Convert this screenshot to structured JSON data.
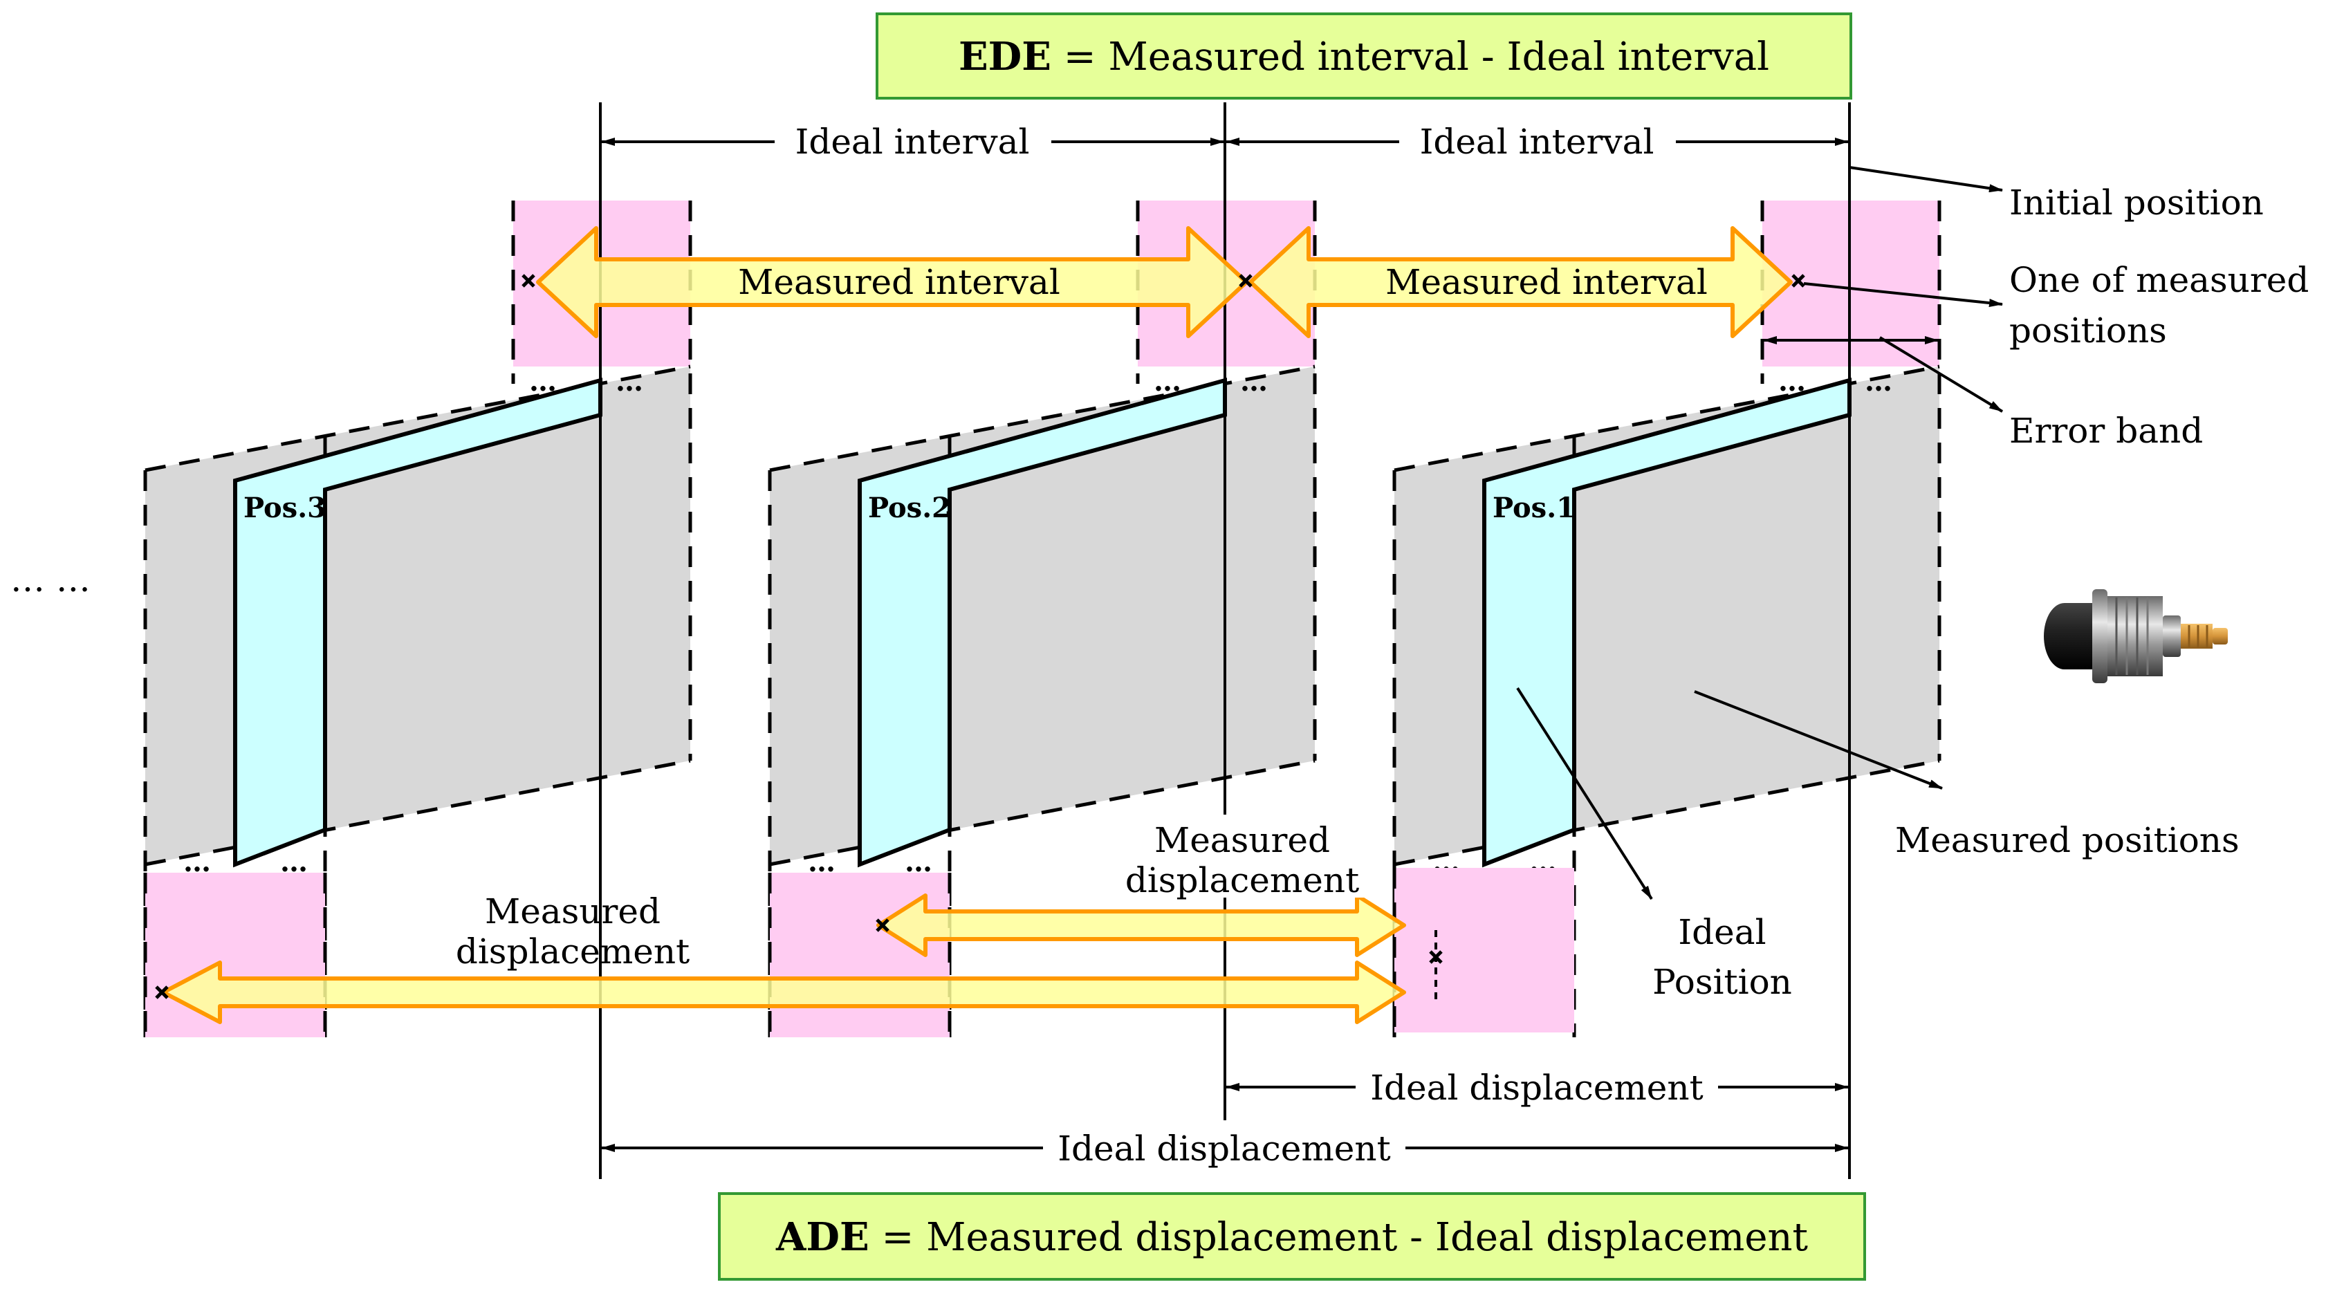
{
  "equations": {
    "ede": {
      "term": "EDE",
      "expression": " = Measured  interval - Ideal  interval"
    },
    "ade": {
      "term": "ADE",
      "expression": " = Measured  displacement - Ideal  displacement"
    }
  },
  "labels": {
    "ideal_interval_left": "Ideal  interval",
    "ideal_interval_right": "Ideal  interval",
    "measured_interval_left": "Measured interval",
    "measured_interval_right": "Measured interval",
    "initial_position": "Initial position",
    "one_of_measured_line1": "One of measured",
    "one_of_measured_line2": "positions",
    "error_band": "Error band",
    "measured_positions": "Measured positions",
    "ideal_position_line1": "Ideal",
    "ideal_position_line2": "Position",
    "measured_displacement_upper_line1": "Measured",
    "measured_displacement_upper_line2": "displacement",
    "measured_displacement_lower_line1": "Measured",
    "measured_displacement_lower_line2": "displacement",
    "ideal_displacement_short": "Ideal displacement",
    "ideal_displacement_long": "Ideal displacement",
    "ellipsis_left": "… …",
    "band_dots": "…"
  },
  "positions": [
    "Pos.3",
    "Pos.2",
    "Pos.1"
  ],
  "colors": {
    "panel_gray": "#d8d8d8",
    "panel_cyan": "#ccffff",
    "error_band_pink": "#ffccf2",
    "arrow_fill": "#ffff99",
    "arrow_stroke": "#ff9900",
    "equation_box_fill": "#e6ff99",
    "equation_box_stroke": "#339933"
  },
  "icons": {
    "sensor": "proximity-sensor-photo"
  }
}
